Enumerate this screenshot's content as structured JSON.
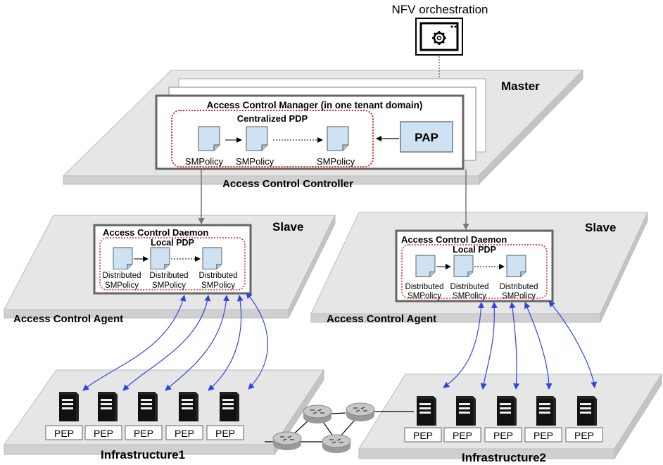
{
  "orchestration": {
    "label": "NFV orchestration",
    "icon": "gear-window-icon"
  },
  "master": {
    "label": "Master",
    "controller_label": "Access Control Controller",
    "manager_title": "Access Control Manager (in one tenant domain)",
    "pdp_title": "Centralized PDP",
    "policies": [
      "SMPolicy",
      "SMPolicy",
      "SMPolicy"
    ],
    "pap_label": "PAP"
  },
  "slaves": [
    {
      "label": "Slave",
      "agent_label": "Access Control Agent",
      "daemon_title": "Access Control Daemon",
      "pdp_title": "Local PDP",
      "policies": [
        {
          "line1": "Distributed",
          "line2": "SMPolicy"
        },
        {
          "line1": "Distributed",
          "line2": "SMPolicy"
        },
        {
          "line1": "Distributed",
          "line2": "SMPolicy"
        }
      ]
    },
    {
      "label": "Slave",
      "agent_label": "Access Control Agent",
      "daemon_title": "Access Control Daemon",
      "pdp_title": "Local PDP",
      "policies": [
        {
          "line1": "Distributed",
          "line2": "SMPolicy"
        },
        {
          "line1": "Distributed",
          "line2": "SMPolicy"
        },
        {
          "line1": "Distributed",
          "line2": "SMPolicy"
        }
      ]
    }
  ],
  "infrastructures": [
    {
      "label": "Infrastructure1",
      "peps": [
        "PEP",
        "PEP",
        "PEP",
        "PEP",
        "PEP"
      ]
    },
    {
      "label": "Infrastructure2",
      "peps": [
        "PEP",
        "PEP",
        "PEP",
        "PEP",
        "PEP"
      ]
    }
  ],
  "colors": {
    "platform": "#e6e6e6",
    "platform_edge": "#c8c8c8",
    "document": "#cfe2f3",
    "pap": "#cfe2f3",
    "pdp_border": "#d62828",
    "arrow_blue": "#3344dd",
    "router": "#b8b8b8"
  }
}
